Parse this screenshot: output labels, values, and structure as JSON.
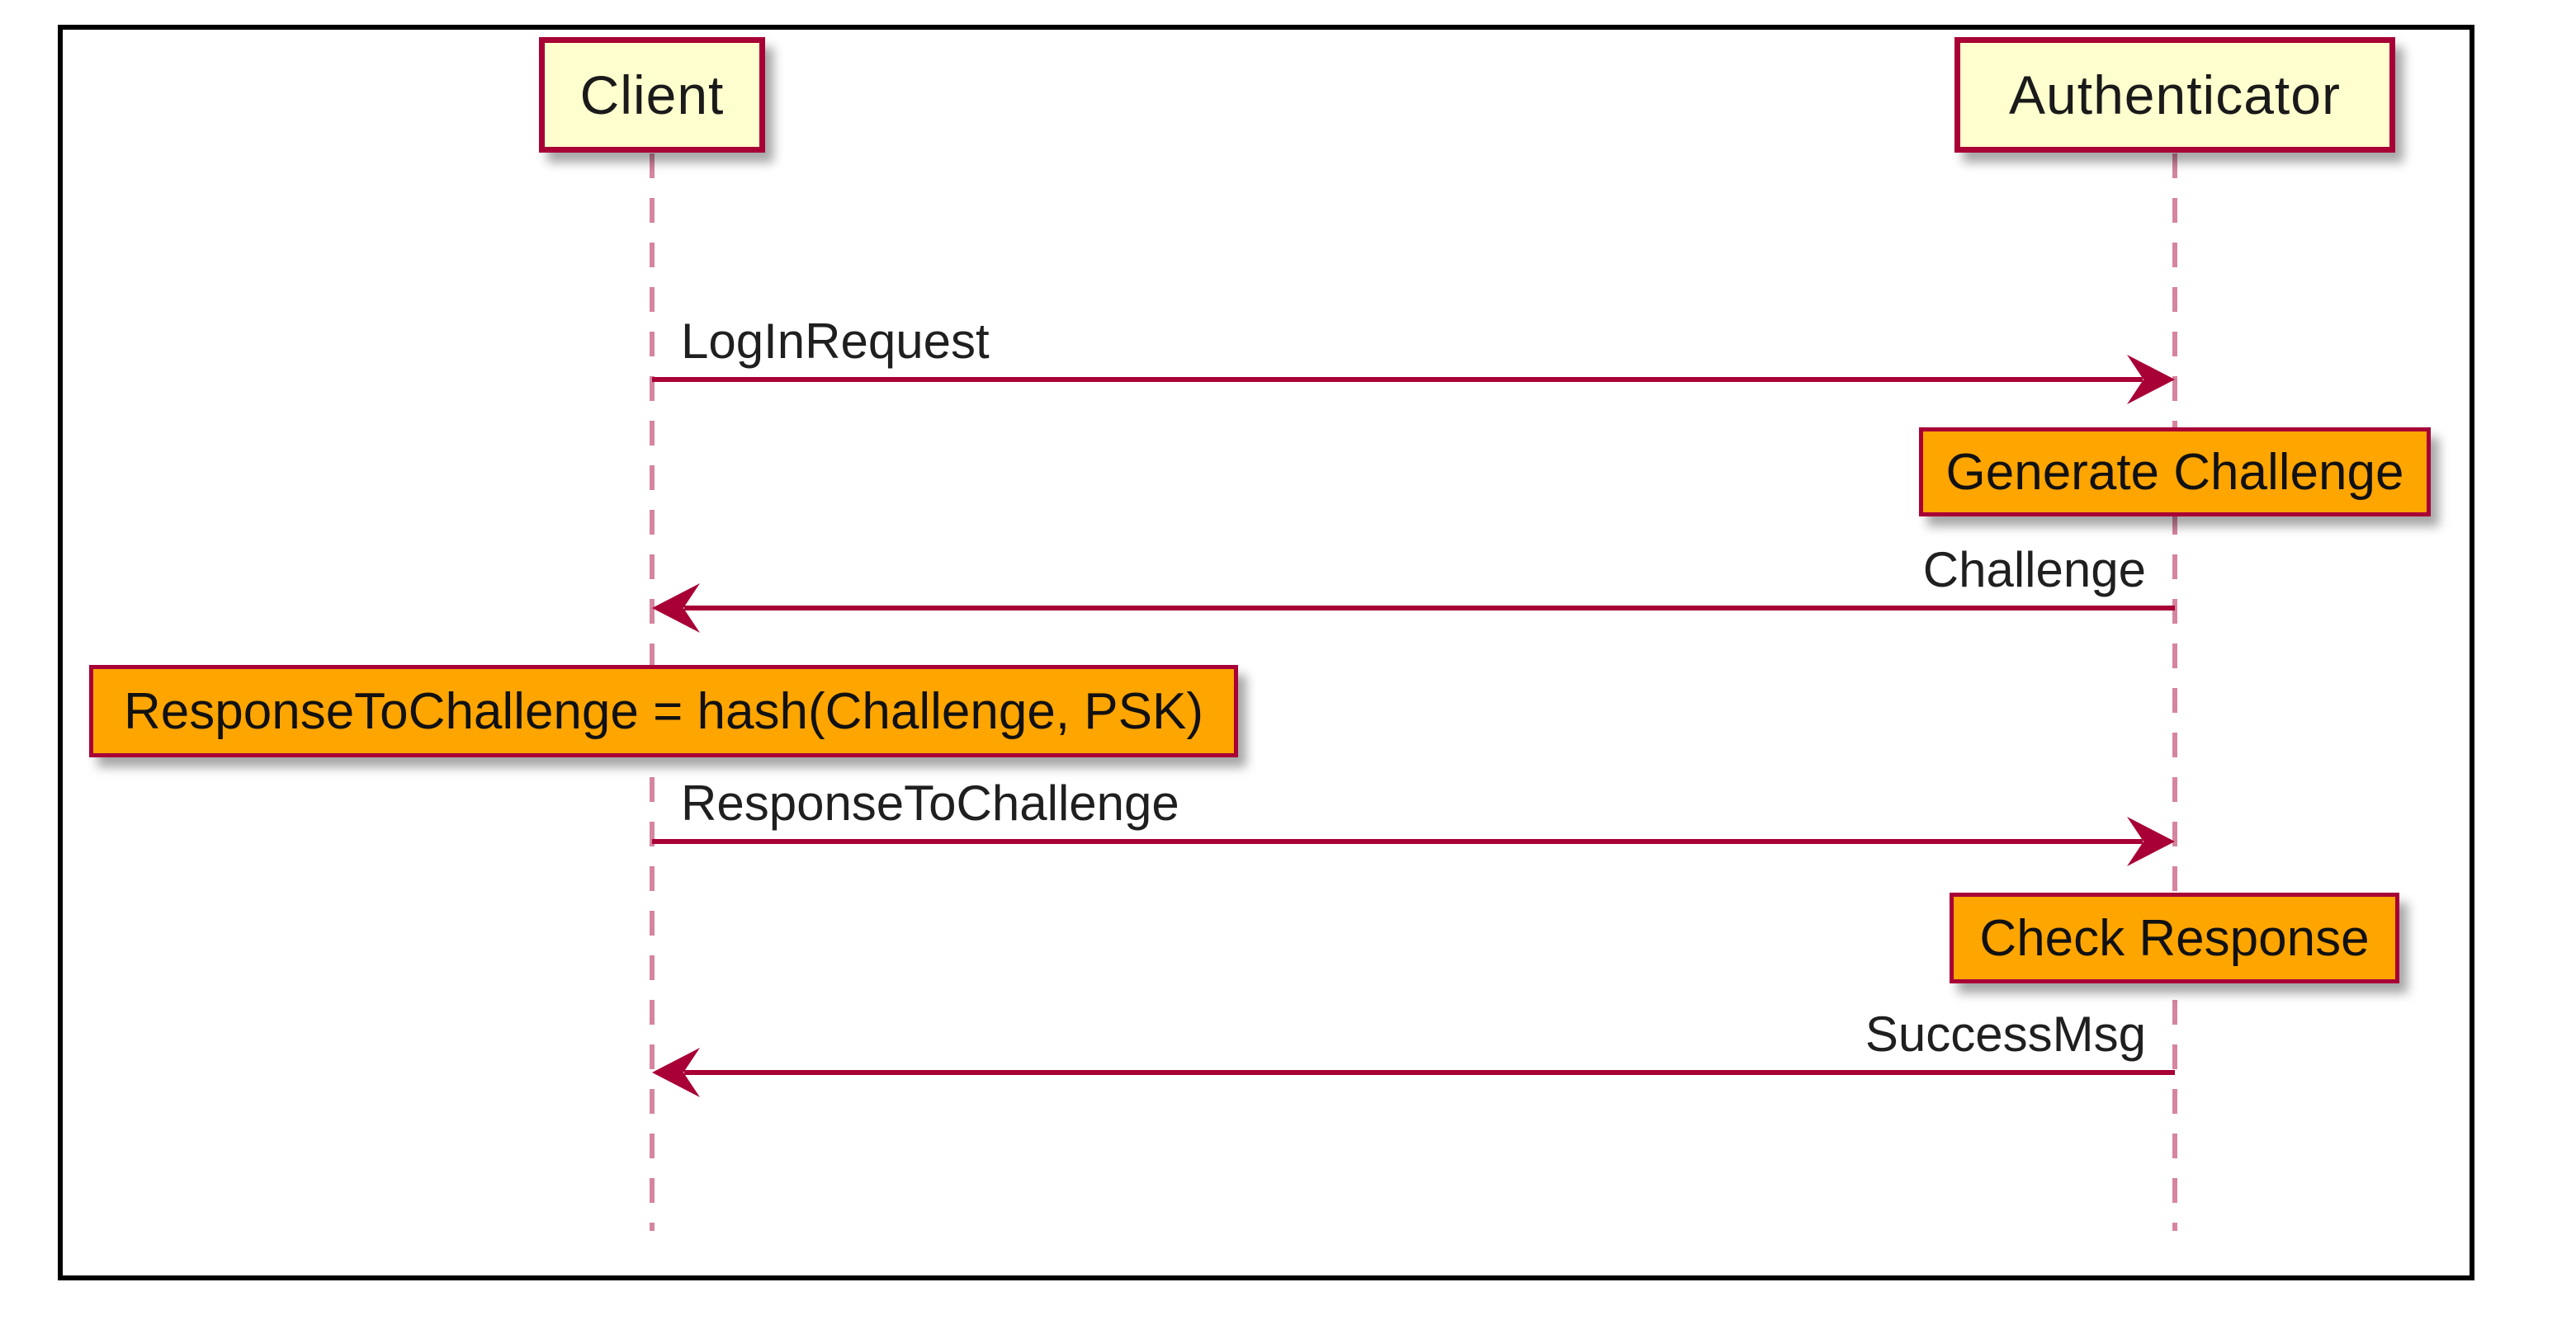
{
  "diagram": {
    "kind": "sequence-diagram",
    "participants": [
      {
        "id": "client",
        "label": "Client"
      },
      {
        "id": "authenticator",
        "label": "Authenticator"
      }
    ],
    "events": [
      {
        "kind": "message",
        "from": "client",
        "to": "authenticator",
        "label": "LogInRequest"
      },
      {
        "kind": "self-action",
        "on": "authenticator",
        "label": "Generate Challenge"
      },
      {
        "kind": "message",
        "from": "authenticator",
        "to": "client",
        "label": "Challenge"
      },
      {
        "kind": "self-action",
        "on": "client",
        "label": "ResponseToChallenge = hash(Challenge, PSK)"
      },
      {
        "kind": "message",
        "from": "client",
        "to": "authenticator",
        "label": "ResponseToChallenge"
      },
      {
        "kind": "self-action",
        "on": "authenticator",
        "label": "Check Response"
      },
      {
        "kind": "message",
        "from": "authenticator",
        "to": "client",
        "label": "SuccessMsg"
      }
    ],
    "colors": {
      "accent": "#a80036",
      "participant_fill": "#fefece",
      "action_fill": "#ffa500",
      "lifeline": "#c4728b",
      "frame_border": "#000000",
      "text": "#1f1f1f"
    }
  }
}
